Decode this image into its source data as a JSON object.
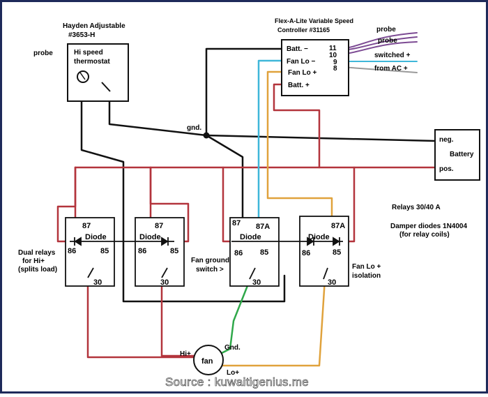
{
  "thermostat": {
    "title_line1": "Hayden Adjustable",
    "title_line2": "#3653-H",
    "probe_label": "probe",
    "box_line1": "Hi speed",
    "box_line2": "thermostat"
  },
  "controller": {
    "title_line1": "Flex-A-Lite Variable Speed",
    "title_line2": "Controller  #31165",
    "terminals": [
      "Batt. −",
      "Fan Lo −",
      "Fan Lo +",
      "Batt. +"
    ],
    "pin_numbers": [
      "11",
      "10",
      "9",
      "8"
    ],
    "outputs": [
      "probe",
      "probe",
      "switched +",
      "from AC +"
    ]
  },
  "gnd_label": "gnd.",
  "battery": {
    "title": "Battery",
    "neg": "neg.",
    "pos": "pos."
  },
  "notes": {
    "relays": "Relays 30/40 A",
    "damper_line1": "Damper diodes 1N4004",
    "damper_line2": "(for relay coils)"
  },
  "side_labels": {
    "dual_line1": "Dual relays",
    "dual_line2": "for Hi+",
    "dual_line3": "(splits load)",
    "fan_ground_line1": "Fan ground",
    "fan_ground_line2": "switch  >",
    "fan_lo_line1": "Fan Lo +",
    "fan_lo_line2": "isolation"
  },
  "relays": [
    {
      "pin_top": "87",
      "diode": "Diode",
      "pin_left": "86",
      "pin_right": "85",
      "pin_bottom": "30"
    },
    {
      "pin_top": "87",
      "diode": "Diode",
      "pin_left": "86",
      "pin_right": "85",
      "pin_bottom": "30"
    },
    {
      "pin_top": "87",
      "pin_top2": "87A",
      "diode": "Diode",
      "pin_left": "86",
      "pin_right": "85",
      "pin_bottom": "30"
    },
    {
      "pin_top2": "87A",
      "diode": "Diode",
      "pin_left": "86",
      "pin_right": "85",
      "pin_bottom": "30"
    }
  ],
  "fan": {
    "label": "fan",
    "hi": "Hi+",
    "gnd": "Gnd.",
    "lo": "Lo+"
  },
  "source": "Source : kuwaitigenius.me",
  "colors": {
    "red": "#b3343c",
    "black": "#111111",
    "cyan": "#3fb7d9",
    "orange": "#e0a23c",
    "green": "#2fa84a",
    "purple": "#7c4a93",
    "gray": "#9a9a9a",
    "border": "#1e2a5a"
  }
}
